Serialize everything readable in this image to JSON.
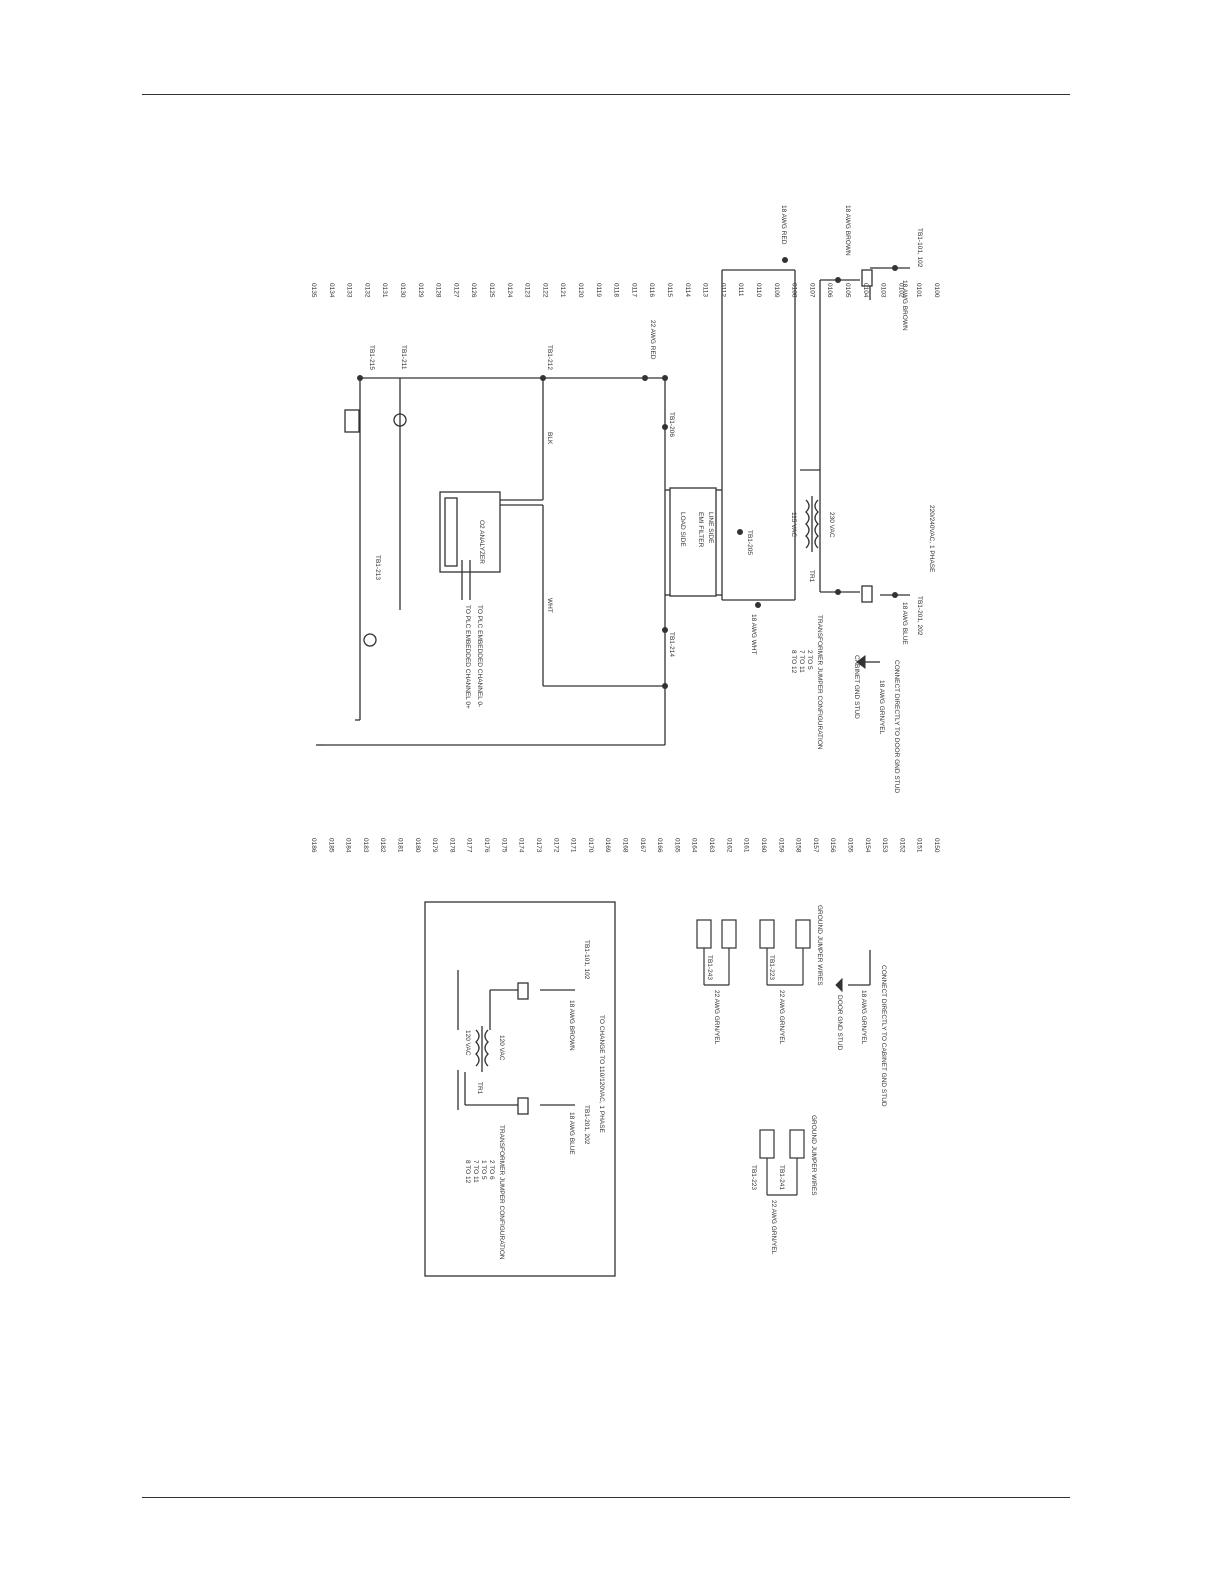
{
  "schematic": {
    "line_refs_left": [
      "0100",
      "0101",
      "0102",
      "0103",
      "0104",
      "0105",
      "0106",
      "0107",
      "0108",
      "0109",
      "0110",
      "0111",
      "0112",
      "0113",
      "0114",
      "0115",
      "0116",
      "0117",
      "0118",
      "0119",
      "0120",
      "0121",
      "0122",
      "0123",
      "0124",
      "0125",
      "0126",
      "0127",
      "0128",
      "0129",
      "0130",
      "0131",
      "0132",
      "0133",
      "0134",
      "0135"
    ],
    "line_refs_right": [
      "0150",
      "0151",
      "0152",
      "0153",
      "0154",
      "0155",
      "0156",
      "0157",
      "0158",
      "0159",
      "0160",
      "0161",
      "0162",
      "0163",
      "0164",
      "0165",
      "0166",
      "0167",
      "0168",
      "0169",
      "0170",
      "0171",
      "0172",
      "0173",
      "0174",
      "0175",
      "0176",
      "0177",
      "0178",
      "0179",
      "0180",
      "0181",
      "0182",
      "0183",
      "0184",
      "0185",
      "0186"
    ],
    "main": {
      "supply_label": "220/240VAC, 1 PHASE",
      "tb1_left": "TB1-101, 102",
      "tb1_right": "TB1-201, 202",
      "wire_brown": "18 AWG BROWN",
      "wire_blue": "18 AWG BLUE",
      "wire_brown2": "18 AWG BROWN",
      "wire_red": "18 AWG RED",
      "wire_wht": "18 AWG WHT",
      "wire_red22": "22 AWG RED",
      "wire_grnyel": "18 AWG GRN/YEL",
      "connect_door": "CONNECT DIRECTLY TO DOOR GND STUD",
      "cabinet_gnd": "CABINET GND STUD",
      "xfmr_cfg_title": "TRANSFORMER JUMPER CONFIGURATION",
      "xfmr_cfg": [
        "2 TO 5",
        "7 TO 11",
        "8 TO 12"
      ],
      "emi_filter": "EMI FILTER",
      "line_side": "LINE SIDE",
      "load_side": "LOAD SIDE",
      "tb1_205": "TB1-205",
      "tb1_206": "TB1-206",
      "tb1_211": "TB1-211",
      "tb1_212": "TB1-212",
      "tb1_213": "TB1-213",
      "tb1_214": "TB1-214",
      "tb1_215": "TB1-215",
      "blk": "BLK",
      "wht": "WHT",
      "vac_115": "115 VAC",
      "vac_230": "230 VAC",
      "tr1": "TR1",
      "analyzer": "O2 ANALYZER",
      "ch_minus": "TO PLC EMBEDDED CHANNEL 0-",
      "ch_plus": "TO PLC EMBEDDED CHANNEL 0+"
    },
    "ground_jumpers_1": {
      "title": "CONNECT DIRECTLY TO CABINET GND STUD",
      "wire": "18 AWG GRN/YEL",
      "door": "DOOR GND STUD",
      "gj_title": "GROUND JUMPER WIRES",
      "wire22a": "22 AWG GRN/YEL",
      "wire22b": "22 AWG GRN/YEL",
      "tb_a": "TB1-223",
      "tb_b": "TB1-243"
    },
    "ground_jumpers_2": {
      "gj_title": "GROUND JUMPER WIRES",
      "wire22": "22 AWG GRN/YEL",
      "tb_a": "TB1-241",
      "tb_b": "TB1-223"
    },
    "inset": {
      "title": "TO CHANGE TO 110/120VAC, 1 PHASE",
      "tb1_left": "TB1-101, 102",
      "tb1_right": "TB1-201, 202",
      "wire_brown": "18 AWG BROWN",
      "wire_blue": "18 AWG BLUE",
      "cfg_title": "TRANSFORMER JUMPER CONFIGURATION",
      "cfg": [
        "2 TO 6",
        "1 TO 5",
        "7 TO 11",
        "8 TO 12"
      ],
      "vac_120": "120 VAC",
      "vac_120b": "120 VAC",
      "tr1": "TR1"
    }
  }
}
